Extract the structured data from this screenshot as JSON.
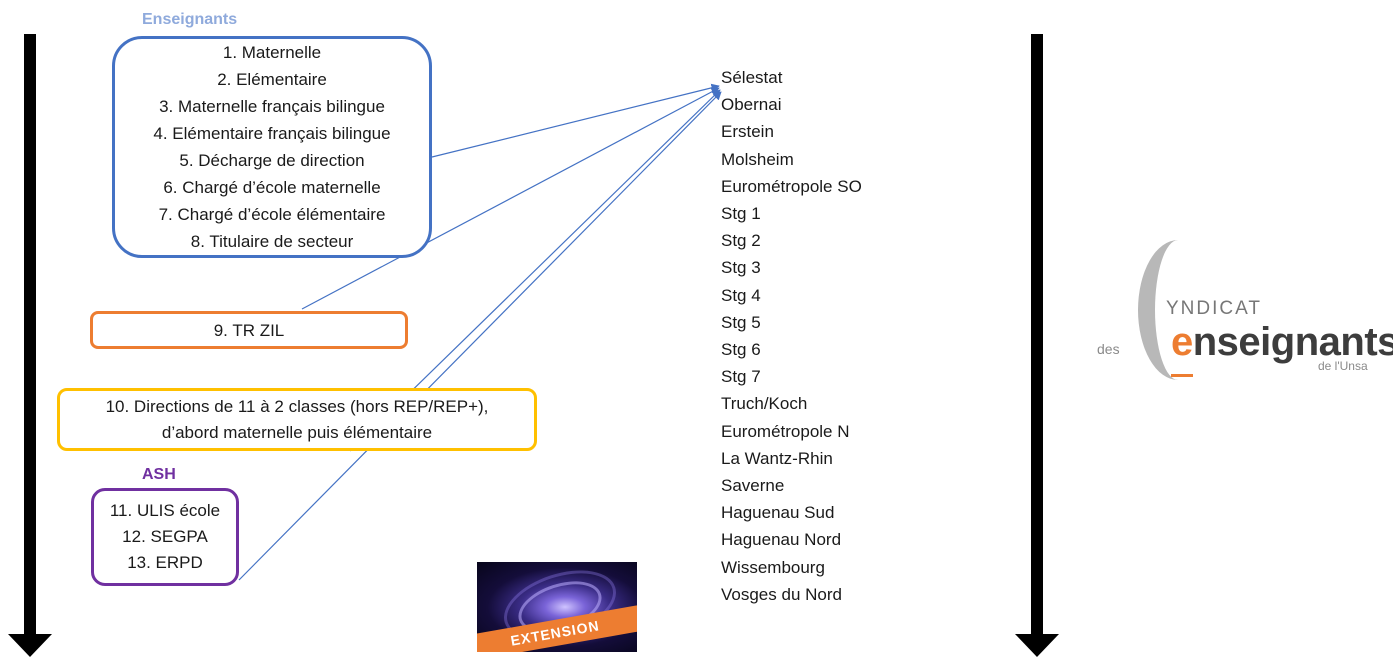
{
  "groups": {
    "enseignants": {
      "title": "Enseignants",
      "items": [
        "1. Maternelle",
        "2. Elémentaire",
        "3. Maternelle français bilingue",
        "4. Elémentaire français bilingue",
        "5. Décharge de direction",
        "6. Chargé d’école maternelle",
        "7. Chargé d’école élémentaire",
        "8. Titulaire de secteur"
      ]
    },
    "tr_zil": {
      "item": "9. TR ZIL"
    },
    "directions": {
      "line1": "10. Directions de 11 à 2 classes (hors REP/REP+),",
      "line2": "d’abord maternelle puis élémentaire"
    },
    "ash": {
      "title": "ASH",
      "items": [
        "11. ULIS école",
        "12. SEGPA",
        "13. ERPD"
      ]
    }
  },
  "cities": [
    "Sélestat",
    "Obernai",
    "Erstein",
    "Molsheim",
    "Eurométropole SO",
    "Stg 1",
    "Stg 2",
    "Stg 3",
    "Stg 4",
    "Stg 5",
    "Stg 6",
    "Stg 7",
    "Truch/Koch",
    "Eurométropole N",
    "La Wantz-Rhin",
    "Saverne",
    "Haguenau Sud",
    "Haguenau Nord",
    "Wissembourg",
    "Vosges du Nord"
  ],
  "extension": {
    "label": "EXTENSION"
  },
  "logo": {
    "yndicat": "YNDICAT",
    "des": "des",
    "main_first": "e",
    "main_rest": "nseignants",
    "sub": "de l'Unsa"
  },
  "colors": {
    "enseignants": "#4472c4",
    "enseignants_title": "#8faadc",
    "tr_zil": "#ed7d31",
    "directions": "#ffc000",
    "ash": "#7030a0",
    "connector": "#4472c4"
  },
  "icons": [
    "down-arrow-icon",
    "galaxy-image",
    "syndicat-logo"
  ]
}
